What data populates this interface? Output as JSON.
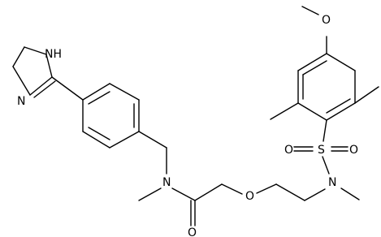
{
  "colors": {
    "bond": "#000000",
    "label": "#000000",
    "background": "#ffffff"
  },
  "atoms": {
    "nh": "NH",
    "n_ring": "N",
    "n_amide": "N",
    "o_carbonyl": "O",
    "o_ether": "O",
    "o_methoxy": "O",
    "n_sulfonamide": "N",
    "s": "S",
    "o_sulfonyl_left": "O",
    "o_sulfonyl_right": "O"
  }
}
